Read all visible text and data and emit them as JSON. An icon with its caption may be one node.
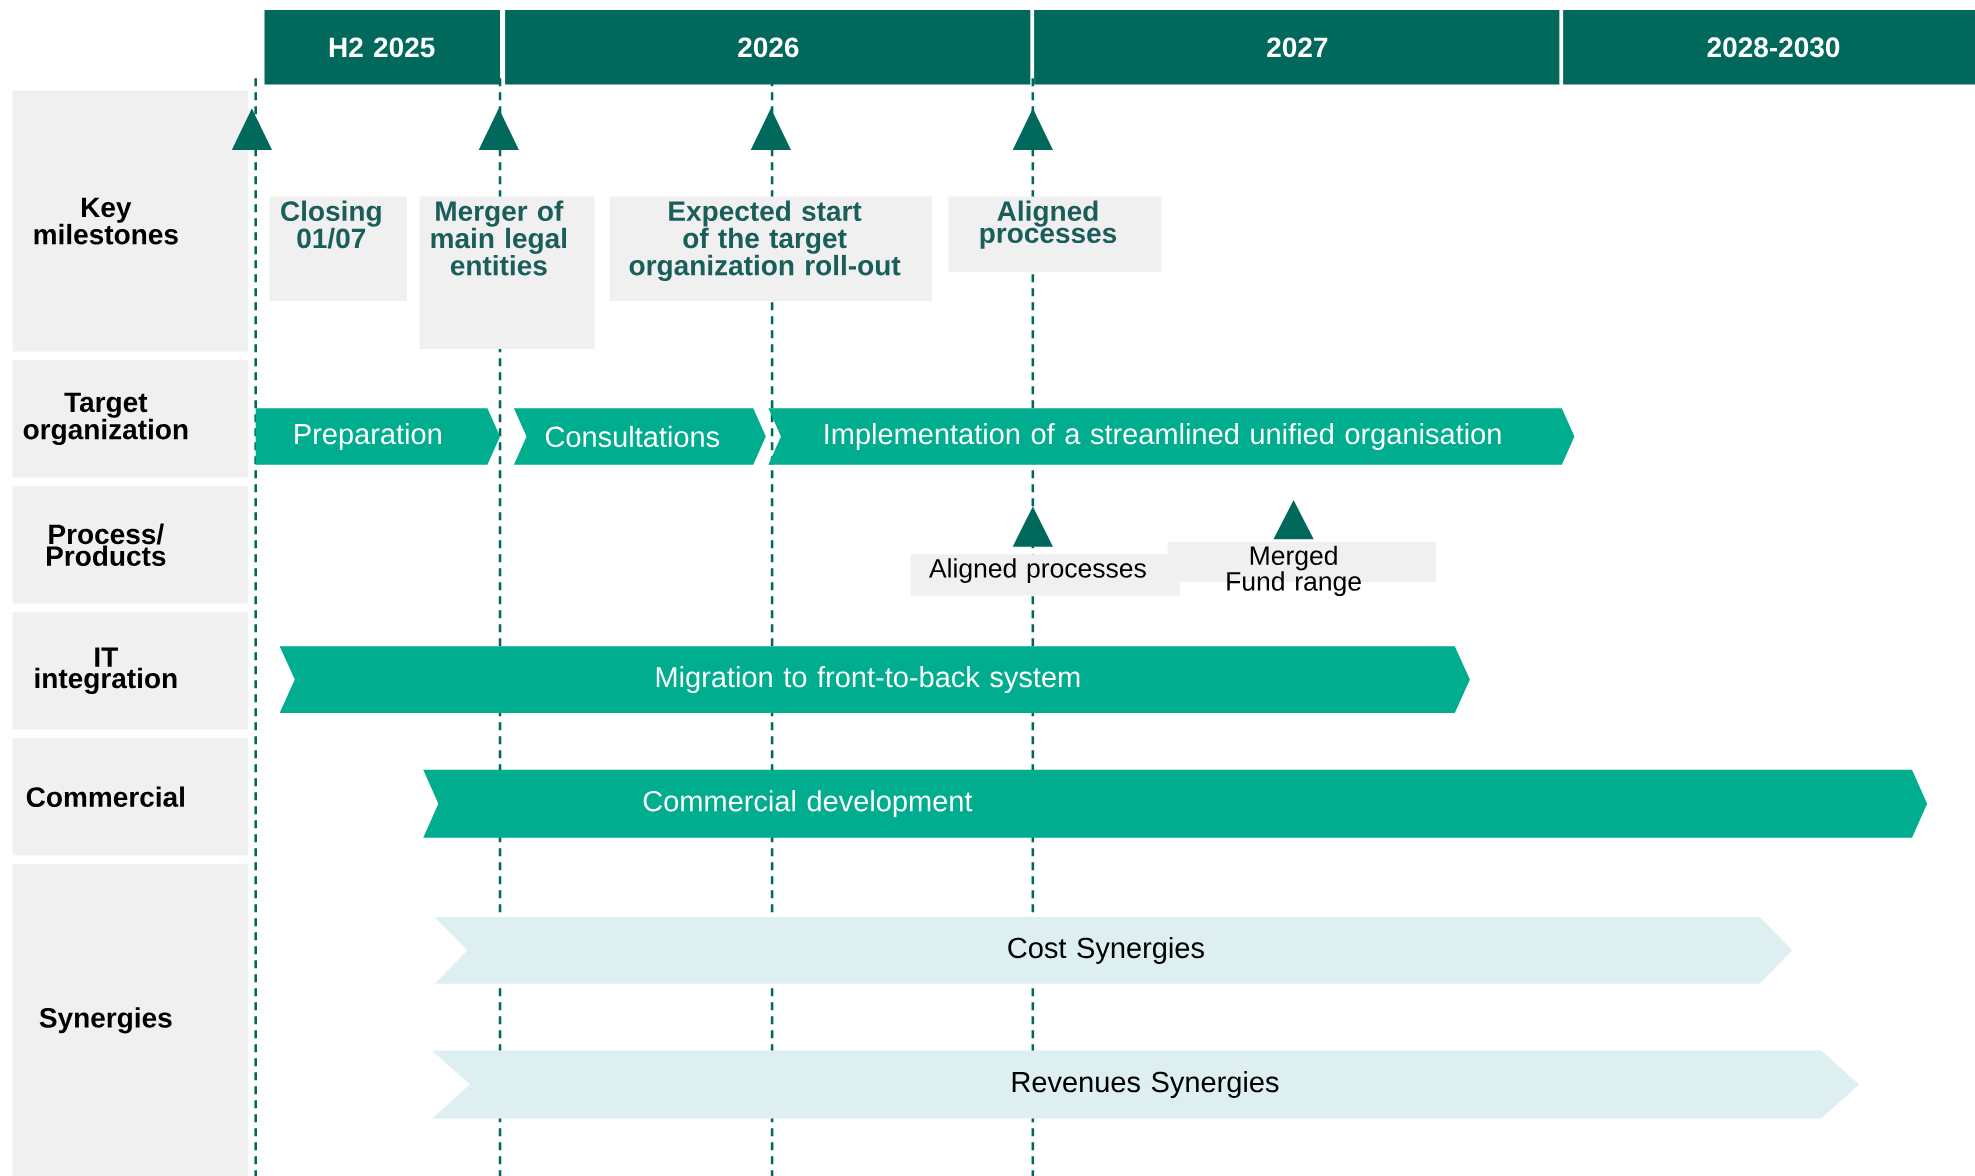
{
  "diagram": {
    "nodes": [
      {
        "text": [
          "H2 2025"
        ]
      },
      {
        "text": [
          "2026"
        ]
      },
      {
        "text": [
          "2027"
        ]
      },
      {
        "text": [
          "2028-2030"
        ]
      },
      {
        "text": [
          "Key milestones"
        ]
      },
      {
        "text": [
          "Closing 01/07"
        ]
      },
      {
        "text": [
          "Merger of main legal entities"
        ]
      },
      {
        "text": [
          "Expected start of the target organization roll-out"
        ]
      },
      {
        "text": [
          "Aligned processes"
        ]
      },
      {
        "text": [
          "Target organization"
        ]
      },
      {
        "text": [
          "Preparation"
        ]
      },
      {
        "text": [
          "Consultations"
        ]
      },
      {
        "text": [
          "Implementation of a streamlined unified organisation"
        ]
      },
      {
        "text": [
          "Process/ Products"
        ]
      },
      {
        "text": [
          "Aligned processes"
        ]
      },
      {
        "text": [
          "Merged Fund range"
        ]
      },
      {
        "text": [
          "IT integration"
        ]
      },
      {
        "text": [
          "Migration to front-to-back system"
        ]
      },
      {
        "text": [
          "Commercial"
        ]
      },
      {
        "text": [
          "Commercial development"
        ]
      },
      {
        "text": [
          "Synergies"
        ]
      },
      {
        "text": [
          "Cost Synergies"
        ]
      },
      {
        "text": [
          "Revenues Synergies"
        ]
      }
    ]
  }
}
